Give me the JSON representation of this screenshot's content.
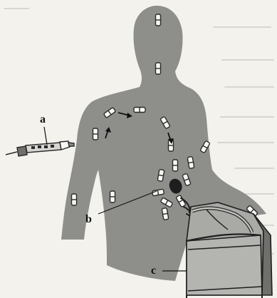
{
  "labels": {
    "a": "a",
    "b": "b",
    "c": "c"
  },
  "colors": {
    "background": "#f4f2ed",
    "body": "#8e8e8b",
    "capsule_fill": "#f7f7f4",
    "capsule_stroke": "#2a2a2a",
    "ink": "#111111",
    "detector_front": "#a9a9a6",
    "detector_dark": "#6f6f6c",
    "ghost_text": "#d8d6d0"
  },
  "icons": [
    "syringe-icon",
    "radioactive-capsule-icon",
    "arrow-icon",
    "tumor-icon",
    "gamma-detector-icon"
  ]
}
